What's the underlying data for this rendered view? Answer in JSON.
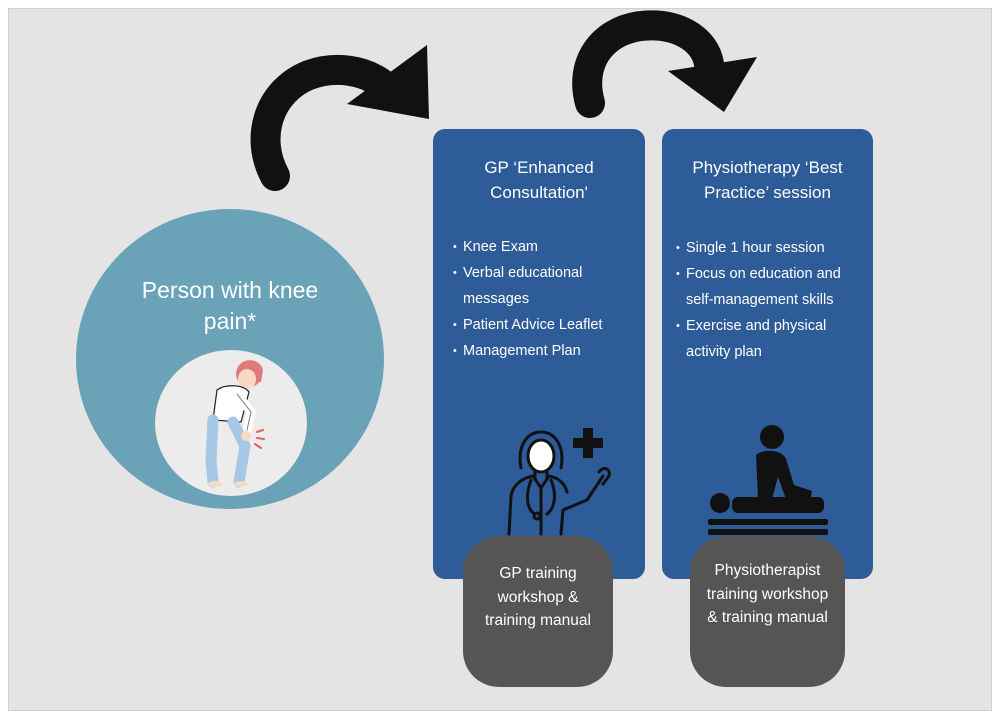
{
  "patient": {
    "title": "Person with knee pain*",
    "illustration_icon": "person-knee-pain-illustration"
  },
  "gp_panel": {
    "title": "GP ‘Enhanced Consultation'",
    "items": [
      "Knee Exam",
      "Verbal educational messages",
      "Patient Advice Leaflet",
      "Management Plan"
    ],
    "icon": "doctor-with-medical-cross-icon"
  },
  "physio_panel": {
    "title": "Physiotherapy ‘Best Practice’ session",
    "items": [
      "Single 1 hour session",
      "Focus on education and self-management skills",
      "Exercise and physical activity plan"
    ],
    "icon": "physiotherapist-massage-icon"
  },
  "gp_training": {
    "text": "GP training workshop & training manual"
  },
  "physio_training": {
    "text": "Physiotherapist training workshop & training manual"
  },
  "colors": {
    "background": "#e4e4e4",
    "patient_circle": "#6aa2b8",
    "panel_blue": "#2e5c98",
    "training_grey": "#555555",
    "arrow": "#111111"
  }
}
